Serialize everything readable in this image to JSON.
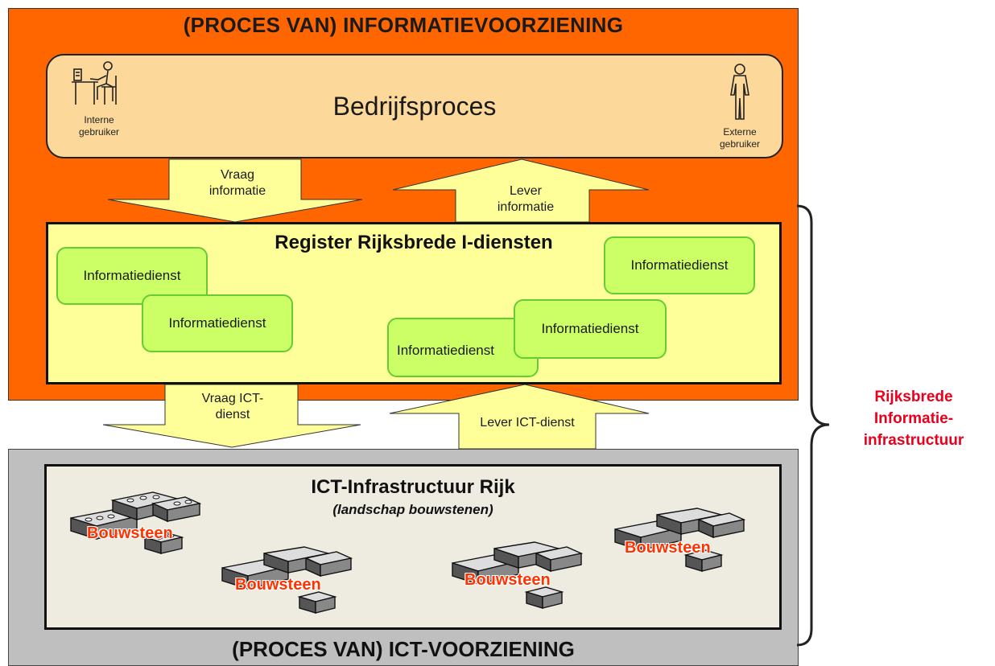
{
  "top_process": {
    "title": "(PROCES VAN) INFORMATIEVOORZIENING"
  },
  "bedrijfsproces": {
    "title": "Bedrijfsproces",
    "internal_user_line1": "Interne",
    "internal_user_line2": "gebruiker",
    "external_user_line1": "Externe",
    "external_user_line2": "gebruiker"
  },
  "arrows": {
    "vraag_informatie_line1": "Vraag",
    "vraag_informatie_line2": "informatie",
    "lever_informatie_line1": "Lever",
    "lever_informatie_line2": "informatie",
    "vraag_ict_line1": "Vraag ICT-",
    "vraag_ict_line2": "dienst",
    "lever_ict": "Lever ICT-dienst"
  },
  "register": {
    "title": "Register Rijksbrede I-diensten",
    "services": [
      "Informatiedienst",
      "Informatiedienst",
      "Informatiedienst",
      "Informatiedienst",
      "Informatiedienst"
    ]
  },
  "ict_infra": {
    "title": "ICT-Infrastructuur Rijk",
    "subtitle": "(landschap bouwstenen)",
    "building_blocks": [
      "Bouwsteen",
      "Bouwsteen",
      "Bouwsteen",
      "Bouwsteen"
    ]
  },
  "bottom_process": {
    "title": "(PROCES VAN) ICT-VOORZIENING"
  },
  "side_label": {
    "line1": "Rijksbrede",
    "line2": "Informatie-",
    "line3": "infrastructuur"
  },
  "colors": {
    "orange_process": "#ff6600",
    "bedrijfsproces_fill": "#fcd89a",
    "register_fill": "#ffff99",
    "service_fill": "#ccff66",
    "grey_process": "#bfbfbf",
    "ict_fill": "#eeece1",
    "accent_red": "#e8001c"
  }
}
